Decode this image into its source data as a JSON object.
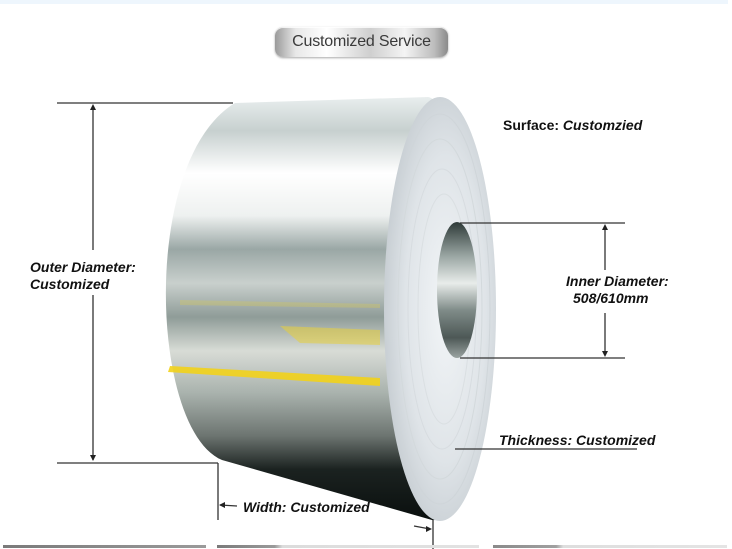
{
  "header": {
    "badge_label": "Customized Service"
  },
  "annotations": {
    "surface": {
      "key": "Surface:",
      "value": "Customzied"
    },
    "outer_diameter": {
      "key": "Outer Diameter:",
      "value": "Customized"
    },
    "inner_diameter": {
      "key": "Inner Diameter:",
      "value": "508/610mm"
    },
    "thickness": {
      "key": "Thickness:",
      "value": "Customized"
    },
    "width": {
      "key": "Width:",
      "value": "Customized"
    }
  },
  "product": {
    "name": "steel-coil",
    "accent_colors": {
      "stripe_yellow": "#f2d21a",
      "line": "#333333",
      "badge_text": "#3a3a3a"
    }
  }
}
